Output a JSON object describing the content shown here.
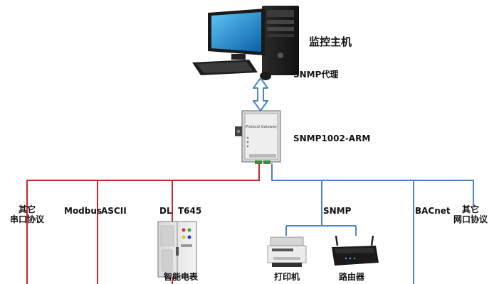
{
  "nodes": {
    "host": "监控主机",
    "snmp_agent": "SNMP代理",
    "gateway": "SNMP1002-ARM",
    "gateway_face": "Protocol Gateway",
    "meter": "智能电表",
    "printer": "打印机",
    "router": "路由器"
  },
  "left_labels": {
    "other_serial_line1": "其它",
    "other_serial_line2": "串口协议",
    "modbus": "Modbus",
    "ascii": "ASCII",
    "dl": "DL",
    "t645": "T645"
  },
  "right_labels": {
    "snmp": "SNMP",
    "bacnet": "BACnet",
    "other_net_line1": "其它",
    "other_net_line2": "网口协议"
  },
  "colors": {
    "serial_line": "#c8282d",
    "network_line": "#4a86c5",
    "arrow": "#4a86c5",
    "monitor_screen": "#1f8fd8",
    "device_body": "#e8e8e8"
  },
  "icons": [
    "computer-icon",
    "gateway-icon",
    "cabinet-icon",
    "printer-icon",
    "router-icon"
  ]
}
